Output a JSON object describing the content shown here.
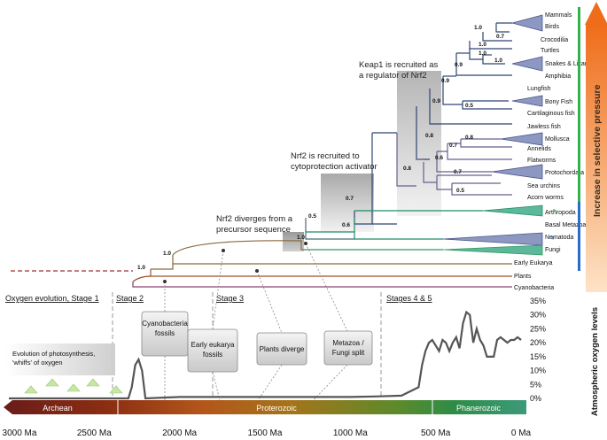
{
  "tree": {
    "taxa": [
      "Mammals",
      "Birds",
      "Crocodilia",
      "Turtles",
      "Snakes & Lizards",
      "Amphibia",
      "Lungfish",
      "Bony Fish",
      "Cartilaginous fish",
      "Jawless fish",
      "Mollusca",
      "Annelids",
      "Flatworms",
      "Protochordata",
      "Sea urchins",
      "Acorn worms",
      "Arthropoda",
      "Basal Metazoa",
      "Nematoda",
      "Fungi",
      "Early Eukarya",
      "Plants",
      "Cyanobacteria"
    ],
    "supports": [
      "1.0",
      "1.0",
      "0.7",
      "1.0",
      "1.0",
      "0.9",
      "0.9",
      "0.9",
      "0.5",
      "0.8",
      "0.8",
      "0.7",
      "0.6",
      "0.7",
      "0.5",
      "0.8",
      "0.7",
      "0.6",
      "0.5",
      "1.0",
      "1.0",
      "1.0"
    ],
    "stars": [
      "*",
      "*"
    ],
    "colors": {
      "vertebrate": "#2e4573",
      "invertebrate": "#6a5e8e",
      "cnidaria": "#1d8a6a",
      "fungi": "#2f9a5f",
      "early": "#8a6a3a",
      "plant": "#a0522d",
      "cyano": "#8b4070",
      "star_green": "#2fb34a",
      "star_blue": "#2a6cc9"
    }
  },
  "annotations": {
    "keap1": [
      "Keap1 is recruited as",
      "a regulator of Nrf2"
    ],
    "nrf2_cyto": [
      "Nrf2 is recruited to",
      "cytoprotection activator"
    ],
    "nrf2_div": [
      "Nrf2 diverges from a",
      "precursor sequence"
    ]
  },
  "pressure": {
    "label": "Increase in selective pressure",
    "arrow_color": "#ee7b2a"
  },
  "stages": [
    "Oxygen evolution, Stage 1",
    "Stage 2",
    "Stage 3",
    "Stages 4 & 5"
  ],
  "boxes": {
    "cyanobacteria": [
      "Cyanobacteria",
      "fossils"
    ],
    "early_eukarya": [
      "Early eukarya",
      "fossils"
    ],
    "plants": [
      "Plants diverge"
    ],
    "metazoa": [
      "Metazoa /",
      "Fungi split"
    ],
    "photosynthesis": [
      "Evolution of photosynthesis,",
      "'whiffs' of oxygen"
    ]
  },
  "oxygen_axis": {
    "label": "Atmospheric oxygen levels",
    "ticks": [
      "35%",
      "30%",
      "25%",
      "20%",
      "15%",
      "10%",
      "5%",
      "0%"
    ]
  },
  "eons": [
    "Archean",
    "Proterozoic",
    "Phanerozoic"
  ],
  "time_axis": [
    "3000 Ma",
    "2500 Ma",
    "2000 Ma",
    "1500 Ma",
    "1000 Ma",
    "500 Ma",
    "0 Ma"
  ],
  "chart_data": {
    "type": "line",
    "xlabel": "",
    "ylabel": "Atmospheric oxygen levels",
    "x_unit": "Ma",
    "xlim": [
      3000,
      0
    ],
    "ylim": [
      0,
      35
    ],
    "x": [
      3000,
      2330,
      2300,
      2280,
      2260,
      2240,
      2220,
      2200,
      2000,
      1500,
      1000,
      850,
      700,
      600,
      580,
      560,
      540,
      520,
      500,
      480,
      460,
      440,
      420,
      400,
      380,
      360,
      340,
      320,
      300,
      280,
      260,
      240,
      220,
      200,
      180,
      160,
      140,
      120,
      100,
      80,
      60,
      40,
      20,
      0
    ],
    "series": [
      {
        "values": [
          0,
          0,
          0,
          4,
          12,
          14,
          10,
          0,
          0.5,
          0.5,
          0.5,
          0.7,
          1,
          4,
          12,
          17,
          20,
          21,
          19,
          17,
          21,
          20,
          17,
          20,
          22,
          18,
          27,
          31,
          30,
          20,
          25,
          21,
          19,
          15,
          15,
          15,
          21,
          22,
          21,
          20,
          21,
          21,
          22,
          21
        ]
      }
    ]
  }
}
